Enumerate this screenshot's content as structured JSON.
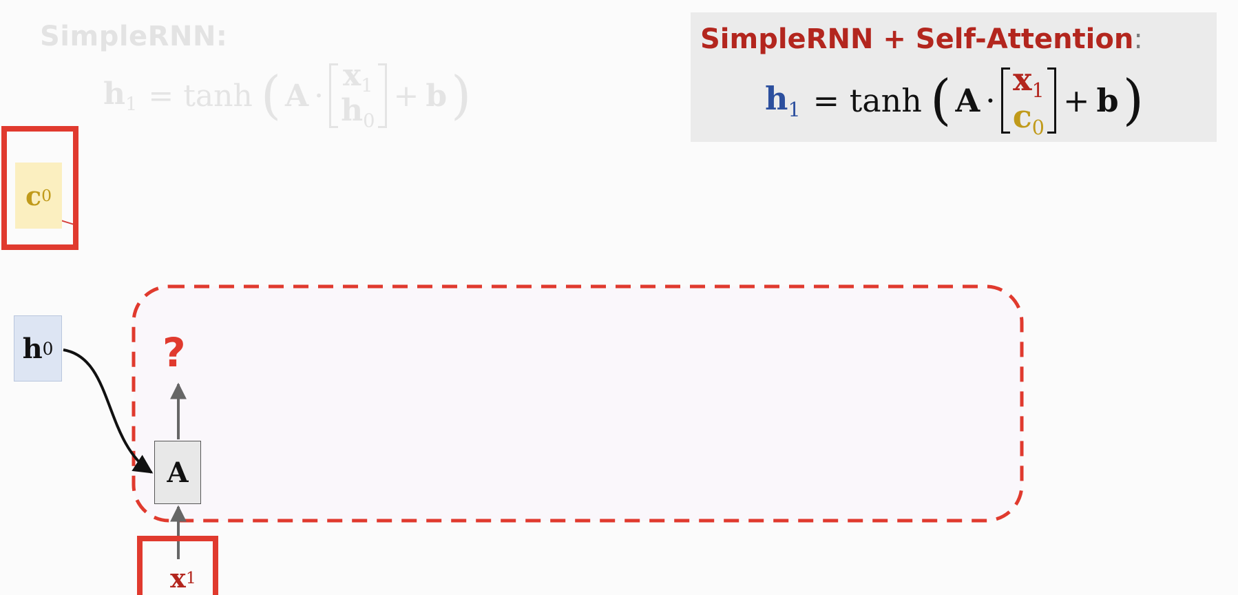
{
  "left_panel": {
    "title": "SimpleRNN:",
    "equation": {
      "lhs_symbol": "h",
      "lhs_sub": "1",
      "rel": "= tanh",
      "matrix": "A",
      "dot": "·",
      "vec_top_symbol": "x",
      "vec_top_sub": "1",
      "vec_bottom_symbol": "h",
      "vec_bottom_sub": "0",
      "plus": "+",
      "bias": "b"
    }
  },
  "right_panel": {
    "title": "SimpleRNN + Self-Attention",
    "colon": ":",
    "equation": {
      "lhs_symbol": "h",
      "lhs_sub": "1",
      "rel": "= tanh",
      "matrix": "A",
      "dot": "·",
      "vec_top_symbol": "x",
      "vec_top_sub": "1",
      "vec_bottom_symbol": "c",
      "vec_bottom_sub": "0",
      "plus": "+",
      "bias": "b"
    }
  },
  "diagram": {
    "context_symbol": "c",
    "context_sub": "0",
    "hidden_symbol": "h",
    "hidden_sub": "0",
    "cell_label": "A",
    "input_symbol": "x",
    "input_sub": "1",
    "output_label": "?"
  },
  "colors": {
    "accent_red": "#e03a2e",
    "title_red": "#b3261e",
    "context_gold": "#c09a1a",
    "context_bg": "#fbefc0",
    "hidden_bg": "#dde5f3",
    "h1_blue": "#2c4f9e",
    "panel_bg": "#ebebeb",
    "faded_text": "#e4e4e4"
  }
}
